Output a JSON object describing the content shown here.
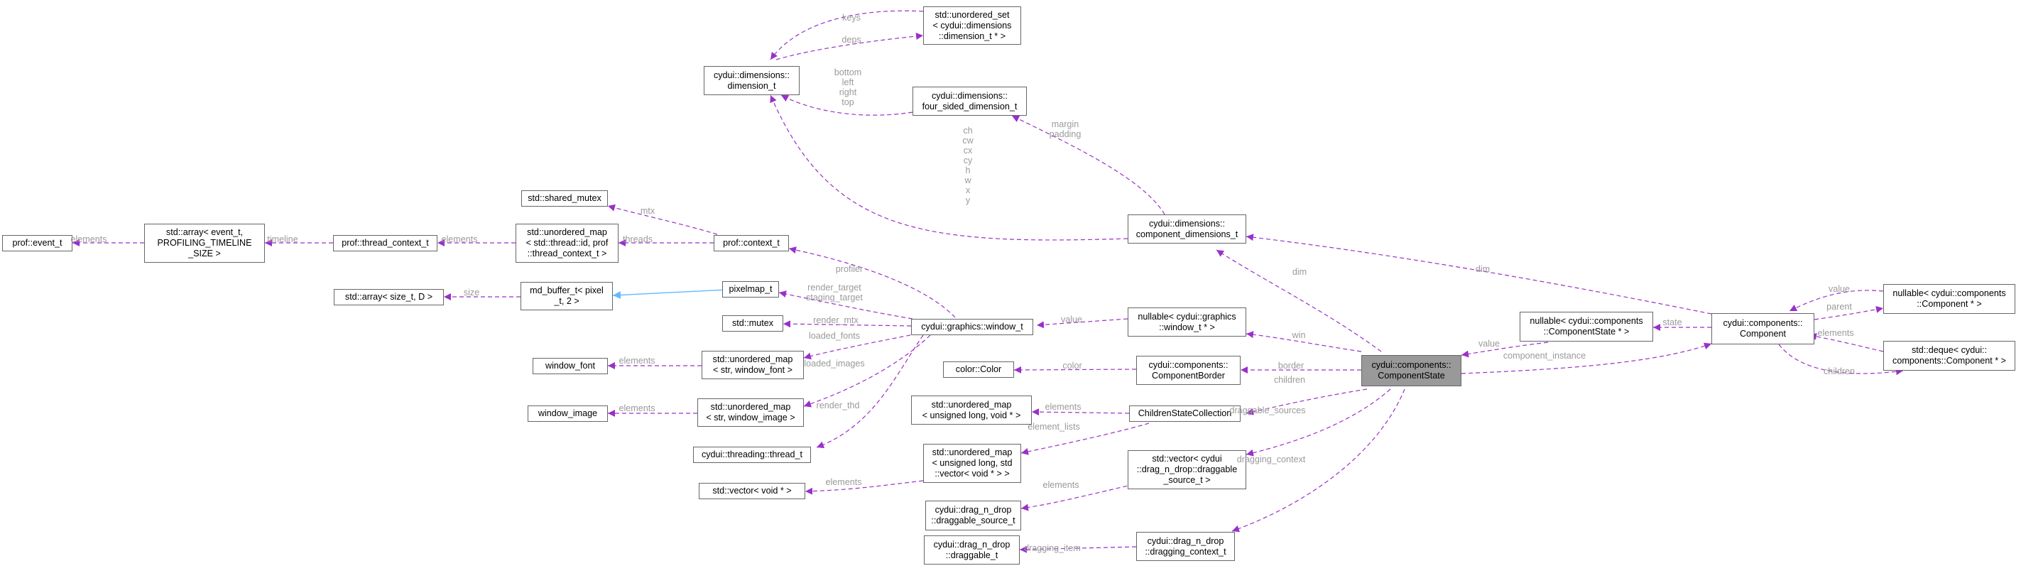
{
  "nodes": {
    "prof_event": [
      "prof::event_t"
    ],
    "std_array_event": [
      "std::array< event_t,",
      "PROFILING_TIMELINE",
      "_SIZE >"
    ],
    "prof_thread_context": [
      "prof::thread_context_t"
    ],
    "uomap_thread": [
      "std::unordered_map",
      "< std::thread::id, prof",
      "::thread_context_t >"
    ],
    "std_shared_mutex": [
      "std::shared_mutex"
    ],
    "prof_context": [
      "prof::context_t"
    ],
    "std_array_size": [
      "std::array< size_t, D >"
    ],
    "md_buffer": [
      "md_buffer_t< pixel",
      "_t, 2 >"
    ],
    "pixelmap": [
      "pixelmap_t"
    ],
    "std_mutex": [
      "std::mutex"
    ],
    "window_font": [
      "window_font"
    ],
    "uomap_font": [
      "std::unordered_map",
      "< str, window_font >"
    ],
    "window_image": [
      "window_image"
    ],
    "uomap_image": [
      "std::unordered_map",
      "< str, window_image >"
    ],
    "thread_t": [
      "cydui::threading::thread_t"
    ],
    "window_t": [
      "cydui::graphics::window_t"
    ],
    "dimension_t": [
      "cydui::dimensions::",
      "dimension_t"
    ],
    "uoset_dim": [
      "std::unordered_set",
      "< cydui::dimensions",
      "::dimension_t * >"
    ],
    "four_sided": [
      "cydui::dimensions::",
      "four_sided_dimension_t"
    ],
    "comp_dims": [
      "cydui::dimensions::",
      "component_dimensions_t"
    ],
    "nullable_window": [
      "nullable< cydui::graphics",
      "::window_t * >"
    ],
    "color": [
      "color::Color"
    ],
    "comp_border": [
      "cydui::components::",
      "ComponentBorder"
    ],
    "uomap_void": [
      "std::unordered_map",
      "< unsigned long, void * >"
    ],
    "children_coll": [
      "ChildrenStateCollection"
    ],
    "uomap_vec": [
      "std::unordered_map",
      "< unsigned long, std",
      "::vector< void * > >"
    ],
    "vec_void": [
      "std::vector< void * >"
    ],
    "draggable_source": [
      "cydui::drag_n_drop",
      "::draggable_source_t"
    ],
    "vec_drag_src": [
      "std::vector< cydui",
      "::drag_n_drop::draggable",
      "_source_t >"
    ],
    "draggable": [
      "cydui::drag_n_drop",
      "::draggable_t"
    ],
    "dragging_ctx": [
      "cydui::drag_n_drop",
      "::dragging_context_t"
    ],
    "comp_state": [
      "cydui::components::",
      "ComponentState"
    ],
    "nullable_state": [
      "nullable< cydui::components",
      "::ComponentState * >"
    ],
    "component": [
      "cydui::components::",
      "Component"
    ],
    "nullable_comp": [
      "nullable< cydui::components",
      "::Component * >"
    ],
    "deque_comp": [
      "std::deque< cydui::",
      "components::Component * >"
    ]
  },
  "edge_labels": {
    "elements_event": [
      "elements"
    ],
    "timeline": [
      "timeline"
    ],
    "elements_thread": [
      "elements"
    ],
    "threads": [
      "threads"
    ],
    "mtx": [
      "mtx"
    ],
    "size": [
      "size"
    ],
    "profiler": [
      "profiler"
    ],
    "render_targets": [
      "render_target",
      "staging_target"
    ],
    "render_mtx": [
      "render_mtx"
    ],
    "loaded_fonts": [
      "loaded_fonts"
    ],
    "elements_font": [
      "elements"
    ],
    "loaded_images": [
      "loaded_images"
    ],
    "elements_image": [
      "elements"
    ],
    "render_thd": [
      "render_thd"
    ],
    "keys": [
      "keys"
    ],
    "deps": [
      "deps"
    ],
    "sides": [
      "bottom",
      "left",
      "right",
      "top"
    ],
    "margin_padding": [
      "margin",
      "padding"
    ],
    "dim_fields": [
      "ch",
      "cw",
      "cx",
      "cy",
      "h",
      "w",
      "x",
      "y"
    ],
    "dim_state": [
      "dim"
    ],
    "dim_component": [
      "dim"
    ],
    "value_window": [
      "value"
    ],
    "win": [
      "win"
    ],
    "color": [
      "color"
    ],
    "border": [
      "border"
    ],
    "elements_void": [
      "elements"
    ],
    "children_state": [
      "children"
    ],
    "element_lists": [
      "element_lists"
    ],
    "elements_vec": [
      "elements"
    ],
    "elements_drag_src": [
      "elements"
    ],
    "draggable_sources": [
      "draggable_sources"
    ],
    "dragging_context": [
      "dragging_context"
    ],
    "dragging_item": [
      "dragging_item"
    ],
    "value_state": [
      "value"
    ],
    "state": [
      "state"
    ],
    "component_instance": [
      "component_instance"
    ],
    "value_comp": [
      "value"
    ],
    "parent": [
      "parent"
    ],
    "elements_deque": [
      "elements"
    ],
    "children_comp": [
      "children"
    ]
  },
  "colors": {
    "dependency_edge": "#9a30c8",
    "inheritance_edge": "#63b8ff",
    "node_border": "#666666",
    "focus_node_fill": "#999999",
    "edge_label": "#9a9a9a"
  }
}
